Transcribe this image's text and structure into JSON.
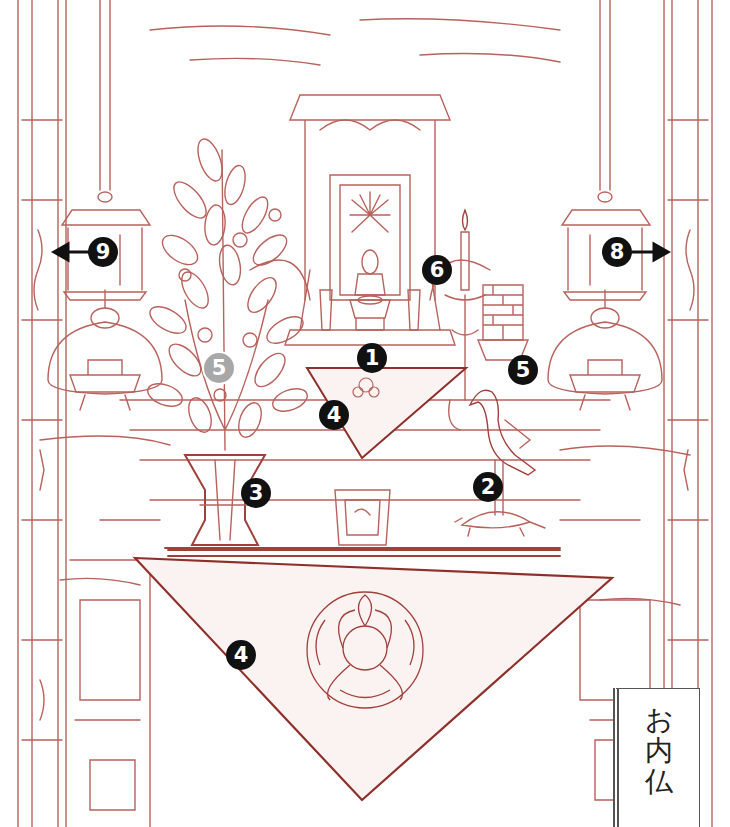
{
  "diagram": {
    "nodes": [
      {
        "text": [
          "お内仏"
        ]
      }
    ],
    "labels": [
      "9",
      "8",
      "5",
      "1",
      "6",
      "5",
      "4",
      "3",
      "2",
      "4"
    ]
  }
}
